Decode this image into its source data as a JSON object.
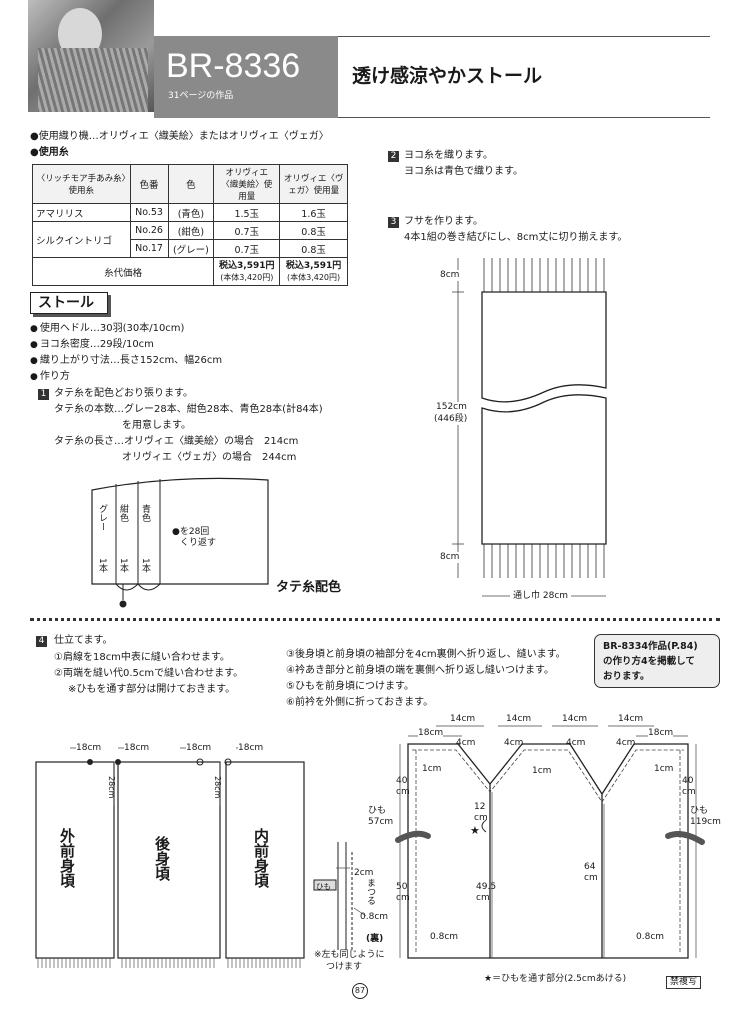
{
  "header": {
    "code": "BR-8336",
    "page_note": "31ページの作品",
    "title": "透け感涼やかストール"
  },
  "materials": {
    "loom_line": "●使用織り機…オリヴィエ〈織美絵〉またはオリヴィエ〈ヴェガ〉",
    "yarn_heading": "●使用糸",
    "table_headers": [
      "〈リッチモア手あみ糸〉使用糸",
      "色番",
      "色",
      "オリヴィエ〈織美絵〉使用量",
      "オリヴィエ〈ヴェガ〉使用量"
    ],
    "rows": [
      {
        "yarn": "アマリリス",
        "no": "No.53",
        "color": "(青色)",
        "orimie": "1.5玉",
        "vega": "1.6玉"
      },
      {
        "yarn": "シルクイントリゴ",
        "no": "No.26",
        "color": "(紺色)",
        "orimie": "0.7玉",
        "vega": "0.8玉"
      },
      {
        "yarn": "",
        "no": "No.17",
        "color": "(グレー)",
        "orimie": "0.7玉",
        "vega": "0.8玉"
      }
    ],
    "price_label": "糸代価格",
    "price_orimie": "税込3,591円",
    "price_orimie_sub": "(本体3,420円)",
    "price_vega": "税込3,591円",
    "price_vega_sub": "(本体3,420円)"
  },
  "stole": {
    "heading": "ストール",
    "specs": [
      "使用ヘドル…30羽(30本/10cm)",
      "ヨコ糸密度…29段/10cm",
      "織り上がり寸法…長さ152cm、幅26cm",
      "作り方"
    ],
    "step1_num": "1",
    "step1_lines": [
      "タテ糸を配色どおり張ります。",
      "タテ糸の本数…グレー28本、紺色28本、青色28本(計84本)",
      "を用意します。",
      "タテ糸の長さ…オリヴィエ〈織美絵〉の場合　214cm",
      "オリヴィエ〈ヴェガ〉の場合　244cm"
    ],
    "warp": {
      "cols": [
        {
          "name": "グレー",
          "count": "1本"
        },
        {
          "name": "紺色",
          "count": "1本"
        },
        {
          "name": "青色",
          "count": "1本"
        }
      ],
      "repeat_note": "●を28回",
      "repeat_note2": "くり返す",
      "caption": "タテ糸配色"
    },
    "step2_num": "2",
    "step2_lines": [
      "ヨコ糸を織ります。",
      "ヨコ糸は青色で織ります。"
    ],
    "step3_num": "3",
    "step3_lines": [
      "フサを作ります。",
      "4本1組の巻き結びにし、8cm丈に切り揃えます。"
    ],
    "diagram": {
      "fringe_top": "8cm",
      "length": "152cm",
      "rows": "(446段)",
      "fringe_bottom": "8cm",
      "width": "通し巾 28cm"
    }
  },
  "assembly": {
    "step4_num": "4",
    "title": "仕立てます。",
    "lines_left": [
      "①肩線を18cm中表に縫い合わせます。",
      "②両端を縫い代0.5cmで縫い合わせます。",
      "※ひもを通す部分は開けておきます。"
    ],
    "lines_right": [
      "③後身頃と前身頃の袖部分を4cm裏側へ折り返し、縫います。",
      "④衿あき部分と前身頃の端を裏側へ折り返し縫いつけます。",
      "⑤ひもを前身頃につけます。",
      "⑥前衿を外側に折っておきます。"
    ],
    "note_box": [
      "BR-8334作品(P.84)",
      "の作り方4を掲載して",
      "おります。"
    ],
    "panels": [
      "外前身頃",
      "後身頃",
      "内前身頃"
    ],
    "panel_dim": "18cm",
    "panel_height": "28cm",
    "seam": {
      "a": "2cm",
      "b": "まつる",
      "c": "0.8cm",
      "d": "(裏)",
      "cord": "ひも"
    },
    "seam_note": [
      "※左も同じように",
      "つけます"
    ],
    "garment": {
      "top14": [
        "14cm",
        "14cm",
        "14cm",
        "14cm"
      ],
      "fold4": [
        "4cm",
        "4cm",
        "4cm",
        "4cm"
      ],
      "side18": [
        "18cm",
        "18cm"
      ],
      "one": [
        "1cm",
        "1cm",
        "1cm"
      ],
      "h40": [
        "40",
        "cm",
        "40",
        "cm"
      ],
      "cord_left": [
        "ひも",
        "57cm"
      ],
      "cord_right": [
        "ひも",
        "119cm"
      ],
      "star12": [
        "12",
        "cm"
      ],
      "h50": [
        "50",
        "cm"
      ],
      "h495": [
        "49.5",
        "cm"
      ],
      "h64": [
        "64",
        "cm"
      ],
      "hem": [
        "0.8cm",
        "0.8cm"
      ],
      "legend": "★＝ひもを通す部分(2.5cmあける)"
    },
    "page_number": "87",
    "stamp": "禁複写"
  }
}
